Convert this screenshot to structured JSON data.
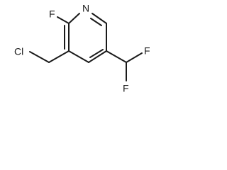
{
  "molecule": {
    "atoms": {
      "nitrogen": "N",
      "fluorine_ring": "F",
      "chlorine": "Cl",
      "fluorine_top": "F",
      "fluorine_bottom": "F"
    }
  }
}
